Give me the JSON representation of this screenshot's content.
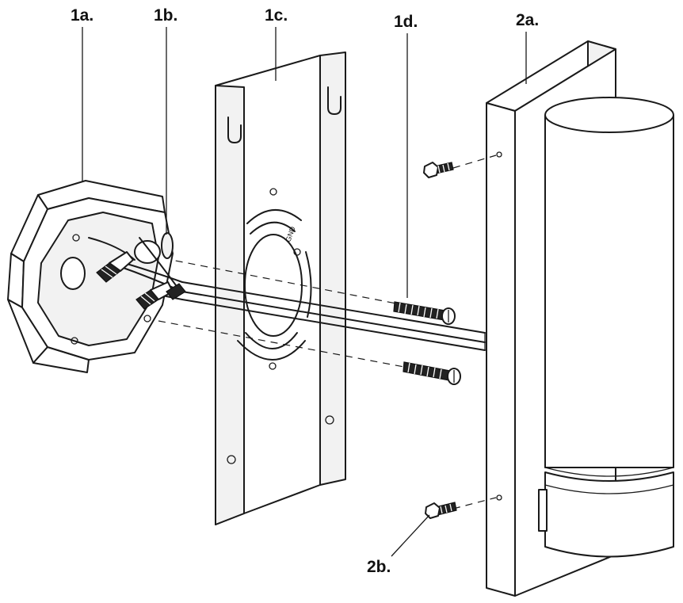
{
  "labels": {
    "outlet_box": "1a.",
    "connectors": "1b.",
    "mounting_plate": "1c.",
    "mounting_screws": "1d.",
    "fixture": "2a.",
    "fixture_screws": "2b."
  },
  "plate_marking": "GND"
}
